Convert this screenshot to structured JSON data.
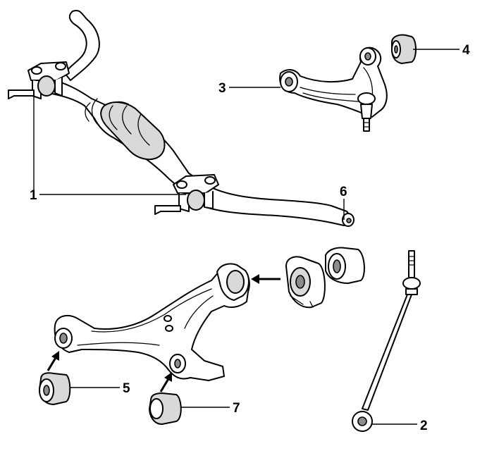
{
  "callouts": {
    "c1": "1",
    "c2": "2",
    "c3": "3",
    "c4": "4",
    "c5": "5",
    "c6": "6",
    "c7": "7"
  },
  "colors": {
    "line": "#000000",
    "shading": "#d9d9d9",
    "background": "#ffffff"
  }
}
